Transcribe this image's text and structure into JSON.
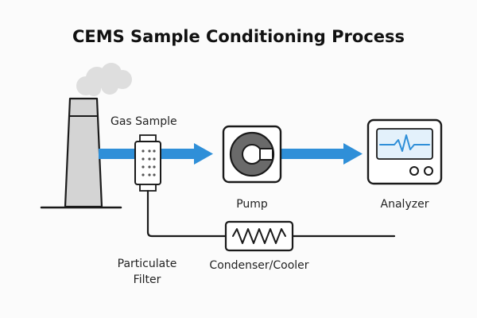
{
  "title": "CEMS Sample Conditioning Process",
  "labels": {
    "gas_sample": "Gas Sample",
    "pump": "Pump",
    "analyzer": "Analyzer",
    "filter_line1": "Particulate",
    "filter_line2": "Filter",
    "condenser": "Condenser/Cooler"
  },
  "colors": {
    "flow_arrow": "#2f8fd8",
    "stroke": "#1a1a1a",
    "stack_fill": "#d4d4d4",
    "smoke": "#dedede",
    "screen": "#e3f1fb",
    "waveform": "#2f8fd8"
  },
  "icons": [
    "smokestack-icon",
    "particulate-filter-icon",
    "pump-icon",
    "analyzer-icon",
    "condenser-coil-icon"
  ]
}
